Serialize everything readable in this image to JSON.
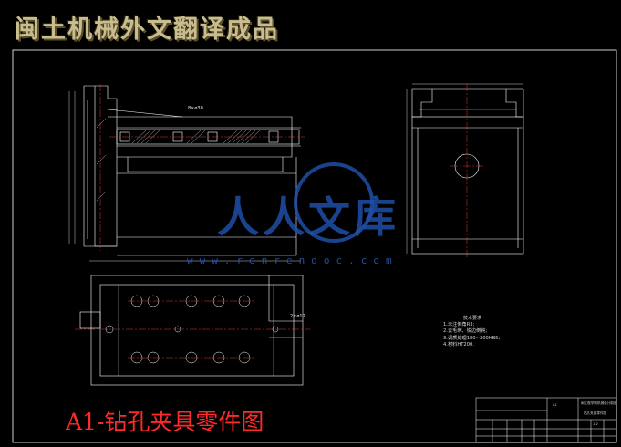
{
  "banner": {
    "title": "闽土机械外文翻译成品"
  },
  "caption": {
    "text": "A1-钻孔夹具零件图"
  },
  "watermark": {
    "text": "人人文库",
    "url": "www.renrendoc.com"
  },
  "annotations": {
    "thread_top": "8×ø30",
    "hole_note": "2×ø12"
  },
  "tech_requirements": {
    "title": "技术要求",
    "items": [
      "1.未注倒角R3;",
      "2.去毛刺、锐边倒钝;",
      "3.调质处理180~200HBS;",
      "4.材料HT200."
    ]
  },
  "title_block": {
    "school": "闽工程学院机械设计制造",
    "part_name": "钻孔夹具零件图",
    "drawing_no": "A1",
    "scale": "1:2"
  },
  "colors": {
    "background": "#000000",
    "lines": "#ffffff",
    "centerline": "#ff3b3b",
    "caption": "#ff2a2a",
    "watermark": "#1f4fa8",
    "banner": "#c9bc8e"
  }
}
